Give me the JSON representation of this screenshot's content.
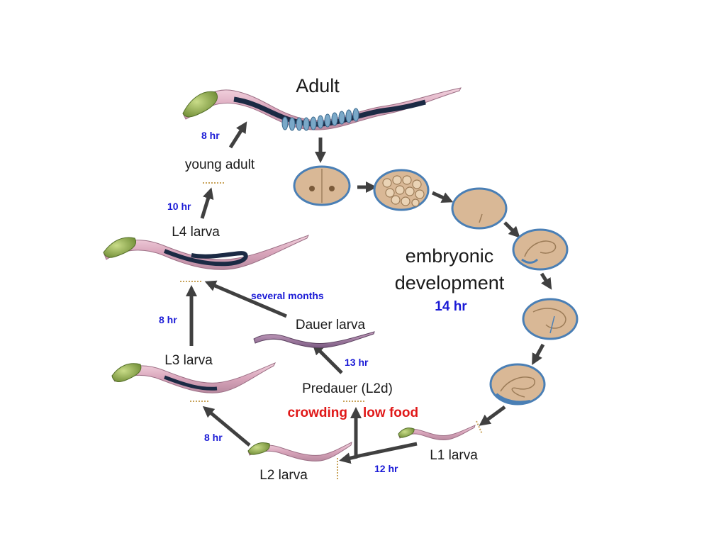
{
  "labels": {
    "adult": "Adult",
    "young_adult": "young adult",
    "l4": "L4 larva",
    "l3": "L3 larva",
    "l2": "L2 larva",
    "l1": "L1 larva",
    "dauer": "Dauer larva",
    "predauer": "Predauer (L2d)",
    "embryonic_1": "embryonic",
    "embryonic_2": "development"
  },
  "times": {
    "young_to_adult": "8 hr",
    "l4_to_young": "10 hr",
    "l3_to_l4": "8 hr",
    "l2_to_l3": "8 hr",
    "l1_to_l2": "12 hr",
    "predauer_to_dauer": "13 hr",
    "dauer_to_l4": "several months",
    "embryonic": "14 hr"
  },
  "conditions": {
    "crowding": "crowding",
    "low_food": "low food"
  },
  "colors": {
    "time_text": "#1a1ad6",
    "condition_text": "#e01818",
    "arrow": "#404040",
    "worm_body": "#e6b7c9",
    "worm_head": "#8fae4a",
    "gonad": "#1b2a44",
    "egg_fill": "#d9b896",
    "egg_ring": "#4a7fb5"
  }
}
